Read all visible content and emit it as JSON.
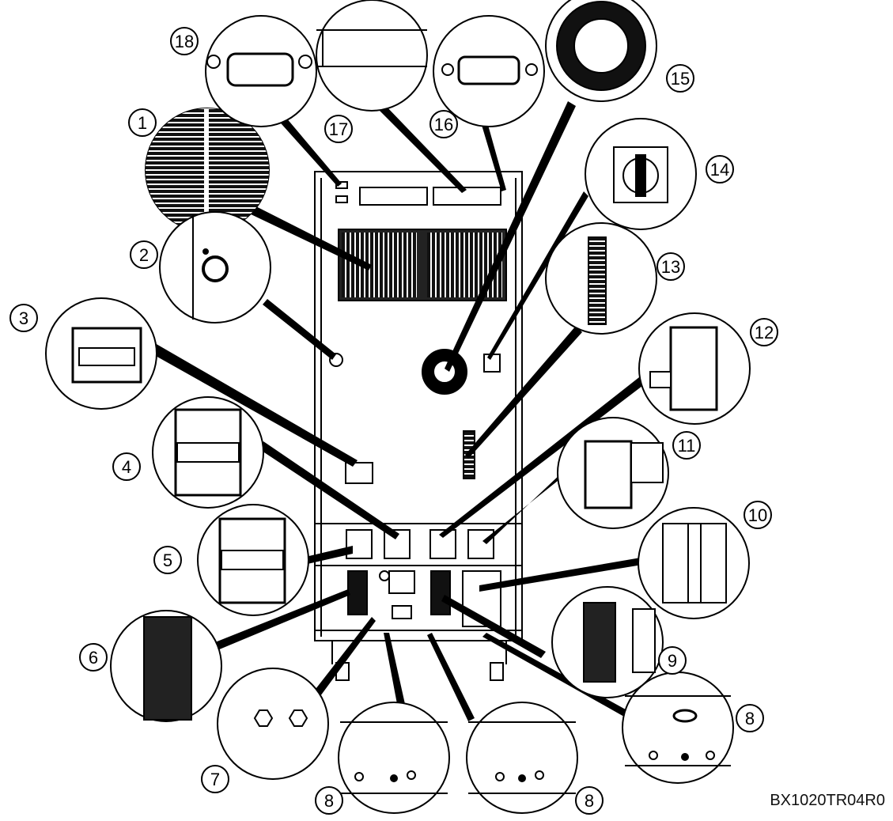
{
  "callouts": [
    {
      "id": "c1",
      "number": "1"
    },
    {
      "id": "c2",
      "number": "2"
    },
    {
      "id": "c3",
      "number": "3"
    },
    {
      "id": "c4",
      "number": "4"
    },
    {
      "id": "c5",
      "number": "5"
    },
    {
      "id": "c6",
      "number": "6"
    },
    {
      "id": "c7",
      "number": "7"
    },
    {
      "id": "c8a",
      "number": "8"
    },
    {
      "id": "c8b",
      "number": "8"
    },
    {
      "id": "c8c",
      "number": "8"
    },
    {
      "id": "c9",
      "number": "9"
    },
    {
      "id": "c10",
      "number": "10"
    },
    {
      "id": "c11",
      "number": "11"
    },
    {
      "id": "c12",
      "number": "12"
    },
    {
      "id": "c13",
      "number": "13"
    },
    {
      "id": "c14",
      "number": "14"
    },
    {
      "id": "c15",
      "number": "15"
    },
    {
      "id": "c16",
      "number": "16"
    },
    {
      "id": "c17",
      "number": "17"
    },
    {
      "id": "c18",
      "number": "18"
    }
  ],
  "document_code": "BX1020TR04R0"
}
